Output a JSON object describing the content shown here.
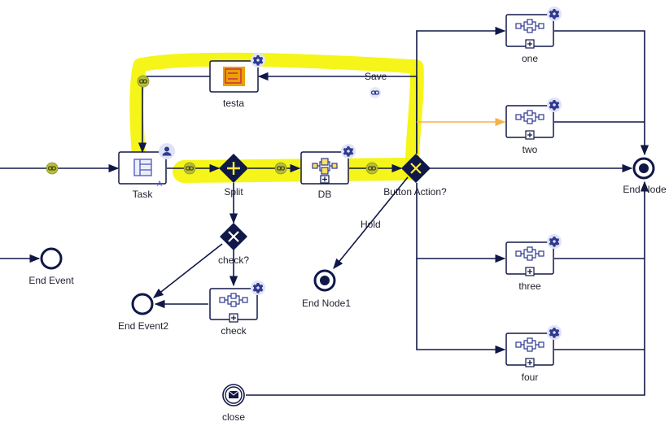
{
  "nodes": {
    "task": "Task",
    "testa": "testa",
    "split": "Split",
    "db": "DB",
    "button_action": "Button Action?",
    "check_gateway": "check?",
    "check": "check",
    "end_event": "End Event",
    "end_event2": "End Event2",
    "end_node1": "End Node1",
    "end_node": "End Node",
    "one": "one",
    "two": "two",
    "three": "three",
    "four": "four",
    "close": "close"
  },
  "flows": {
    "save": "Save",
    "hold": "Hold"
  },
  "colors": {
    "stroke": "#101848",
    "highlight": "#f4f400",
    "selected_flow": "#f5b24a",
    "gear_badge": "#dfe3f6",
    "link_badge": "#b6bd3a",
    "script_icon": "#e8a200"
  }
}
